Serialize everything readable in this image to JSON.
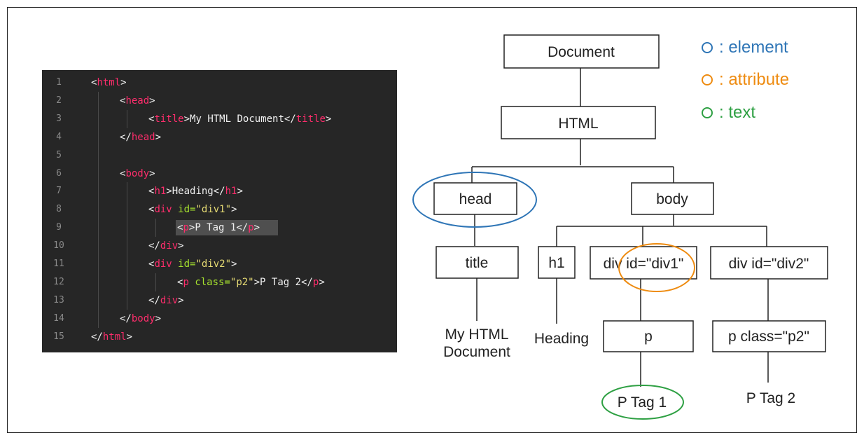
{
  "code": {
    "lines": [
      {
        "num": "1",
        "indent": 0,
        "tokens": [
          [
            "br",
            "<"
          ],
          [
            "tag",
            "html"
          ],
          [
            "br",
            ">"
          ]
        ]
      },
      {
        "num": "2",
        "indent": 1,
        "tokens": [
          [
            "br",
            "<"
          ],
          [
            "tag",
            "head"
          ],
          [
            "br",
            ">"
          ]
        ]
      },
      {
        "num": "3",
        "indent": 2,
        "tokens": [
          [
            "br",
            "<"
          ],
          [
            "tag",
            "title"
          ],
          [
            "br",
            ">"
          ],
          [
            "txt",
            "My HTML Document"
          ],
          [
            "br",
            "</"
          ],
          [
            "tag",
            "title"
          ],
          [
            "br",
            ">"
          ]
        ]
      },
      {
        "num": "4",
        "indent": 1,
        "tokens": [
          [
            "br",
            "</"
          ],
          [
            "tag",
            "head"
          ],
          [
            "br",
            ">"
          ]
        ]
      },
      {
        "num": "5",
        "indent": 0,
        "tokens": []
      },
      {
        "num": "6",
        "indent": 1,
        "tokens": [
          [
            "br",
            "<"
          ],
          [
            "tag",
            "body"
          ],
          [
            "br",
            ">"
          ]
        ]
      },
      {
        "num": "7",
        "indent": 2,
        "tokens": [
          [
            "br",
            "<"
          ],
          [
            "tag",
            "h1"
          ],
          [
            "br",
            ">"
          ],
          [
            "txt",
            "Heading"
          ],
          [
            "br",
            "</"
          ],
          [
            "tag",
            "h1"
          ],
          [
            "br",
            ">"
          ]
        ]
      },
      {
        "num": "8",
        "indent": 2,
        "tokens": [
          [
            "br",
            "<"
          ],
          [
            "tag",
            "div"
          ],
          [
            "txt",
            " "
          ],
          [
            "attr",
            "id="
          ],
          [
            "str",
            "\"div1\""
          ],
          [
            "br",
            ">"
          ]
        ]
      },
      {
        "num": "9",
        "indent": 3,
        "tokens": [
          [
            "br",
            "<"
          ],
          [
            "tag",
            "p"
          ],
          [
            "br",
            ">"
          ],
          [
            "txt",
            "P Tag 1"
          ],
          [
            "br",
            "</"
          ],
          [
            "tag",
            "p"
          ],
          [
            "br",
            ">"
          ]
        ]
      },
      {
        "num": "10",
        "indent": 2,
        "tokens": [
          [
            "br",
            "</"
          ],
          [
            "tag",
            "div"
          ],
          [
            "br",
            ">"
          ]
        ]
      },
      {
        "num": "11",
        "indent": 2,
        "tokens": [
          [
            "br",
            "<"
          ],
          [
            "tag",
            "div"
          ],
          [
            "txt",
            " "
          ],
          [
            "attr",
            "id="
          ],
          [
            "str",
            "\"div2\""
          ],
          [
            "br",
            ">"
          ]
        ]
      },
      {
        "num": "12",
        "indent": 3,
        "tokens": [
          [
            "br",
            "<"
          ],
          [
            "tag",
            "p"
          ],
          [
            "txt",
            " "
          ],
          [
            "attr",
            "class="
          ],
          [
            "str",
            "\"p2\""
          ],
          [
            "br",
            ">"
          ],
          [
            "txt",
            "P Tag 2"
          ],
          [
            "br",
            "</"
          ],
          [
            "tag",
            "p"
          ],
          [
            "br",
            ">"
          ]
        ]
      },
      {
        "num": "13",
        "indent": 2,
        "tokens": [
          [
            "br",
            "</"
          ],
          [
            "tag",
            "div"
          ],
          [
            "br",
            ">"
          ]
        ]
      },
      {
        "num": "14",
        "indent": 1,
        "tokens": [
          [
            "br",
            "</"
          ],
          [
            "tag",
            "body"
          ],
          [
            "br",
            ">"
          ]
        ]
      },
      {
        "num": "15",
        "indent": 0,
        "tokens": [
          [
            "br",
            "</"
          ],
          [
            "tag",
            "html"
          ],
          [
            "br",
            ">"
          ]
        ]
      }
    ],
    "highlighted_line": 9
  },
  "legend": [
    {
      "label": ": element",
      "color": "#2e75b6"
    },
    {
      "label": ": attribute",
      "color": "#ee8b10"
    },
    {
      "label": ": text",
      "color": "#2ea043"
    }
  ],
  "tree": {
    "document": "Document",
    "html": "HTML",
    "head": "head",
    "body": "body",
    "title": "title",
    "h1": "h1",
    "div1": "div id=\"div1\"",
    "div2": "div id=\"div2\"",
    "p1": "p",
    "p2": "p class=\"p2\"",
    "text_title_1": "My HTML",
    "text_title_2": "Document",
    "text_heading": "Heading",
    "text_p1": "P Tag 1",
    "text_p2": "P Tag 2"
  }
}
